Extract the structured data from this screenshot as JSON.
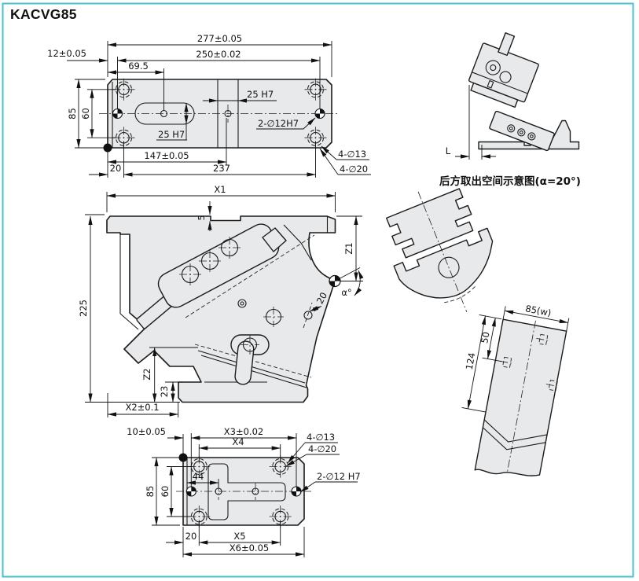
{
  "page": {
    "title": "KACVG85",
    "border_color": "#45c2cd"
  },
  "top_view": {
    "dim_277": "277±0.05",
    "dim_250": "250±0.02",
    "dim_12": "12±0.05",
    "dim_69_5": "69.5",
    "dim_85": "85",
    "dim_60": "60",
    "slot_25h7": "25 H7",
    "keyway_25h7": "25 H7",
    "holes_2_12h7": "2-∅12H7",
    "dim_147": "147±0.05",
    "dim_237": "237",
    "dim_20": "20",
    "holes_4_13": "4-∅13",
    "holes_4_20": "4-∅20"
  },
  "side_view": {
    "dim_x1": "X1",
    "dim_225": "225",
    "dim_5": "5",
    "dim_z1": "Z1",
    "angle_alpha": "α°",
    "dim_20": "20",
    "dim_z2": "Z2",
    "dim_23": "23",
    "dim_x2": "X2±0.1"
  },
  "bottom_view": {
    "dim_10": "10±0.05",
    "dim_x3": "X3±0.02",
    "dim_x4": "X4",
    "dim_44": "44",
    "dim_85": "85",
    "dim_60": "60",
    "dim_20": "20",
    "dim_x5": "X5",
    "dim_x6": "X6±0.05",
    "holes_4_13": "4-∅13",
    "holes_4_20": "4-∅20",
    "holes_2_12h7": "2-∅12 H7"
  },
  "rear_clearance_view": {
    "dim_l": "L",
    "caption": "后方取出空间示意图(α=20°)"
  },
  "width_view": {
    "dim_85w": "85(w)",
    "dim_50": "50",
    "dim_124": "124"
  }
}
